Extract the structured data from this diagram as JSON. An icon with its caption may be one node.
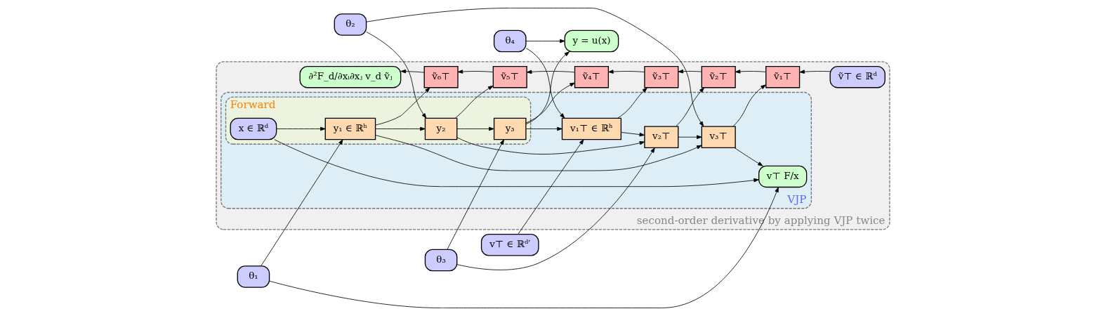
{
  "diagram": {
    "nodes": [
      {
        "text": [
          "v⊤ ∈ ℝᵈ′"
        ]
      },
      {
        "text": [
          "θ₁"
        ]
      },
      {
        "text": [
          "θ₂"
        ]
      },
      {
        "text": [
          "θ₃"
        ]
      },
      {
        "text": [
          "θ₄"
        ]
      },
      {
        "text": [
          "y = u(x)"
        ]
      },
      {
        "text": [
          "second-order derivative by applying VJP twice"
        ]
      },
      {
        "text": [
          "VJP"
        ],
        "in": 6
      },
      {
        "text": [
          "Forward"
        ],
        "in": 7
      },
      {
        "text": [
          "x ∈ ℝᵈ"
        ],
        "in": 8
      },
      {
        "text": [
          "y₁ ∈ ℝʰ"
        ],
        "in": 8
      },
      {
        "text": [
          "y₂"
        ],
        "in": 8
      },
      {
        "text": [
          "y₃"
        ],
        "in": 8
      },
      {
        "text": [
          "v₁⊤ ∈ ℝʰ"
        ],
        "in": 7
      },
      {
        "text": [
          "v₂⊤"
        ],
        "in": 7
      },
      {
        "text": [
          "v₃⊤"
        ],
        "in": 7
      },
      {
        "text": [
          "v⊤ F/x"
        ],
        "in": 7
      },
      {
        "text": [
          "∂²F_d/∂xᵢ∂xⱼ v_d ṽⱼ"
        ],
        "in": 6
      },
      {
        "text": [
          "ṽ₆⊤"
        ],
        "in": 6
      },
      {
        "text": [
          "ṽ₅⊤"
        ],
        "in": 6
      },
      {
        "text": [
          "ṽ₄⊤"
        ],
        "in": 6
      },
      {
        "text": [
          "ṽ₃⊤"
        ],
        "in": 6
      },
      {
        "text": [
          "ṽ₂⊤"
        ],
        "in": 6
      },
      {
        "text": [
          "ṽ₁⊤"
        ],
        "in": 6
      },
      {
        "text": [
          "ṽ⊤ ∈ ℝᵈ"
        ],
        "in": 6
      }
    ],
    "edges": [
      {
        "from": 1,
        "to": 10,
        "arrow": "to"
      },
      {
        "from": 2,
        "to": 11,
        "arrow": "to"
      },
      {
        "from": 3,
        "to": 12,
        "arrow": "to"
      },
      {
        "from": 4,
        "to": 13,
        "arrow": "to"
      },
      {
        "from": 4,
        "to": 5,
        "arrow": "to"
      },
      {
        "from": 12,
        "to": 5,
        "arrow": "to"
      },
      {
        "from": 0,
        "to": 13,
        "arrow": "to"
      },
      {
        "from": 3,
        "to": 14,
        "arrow": "to"
      },
      {
        "from": 2,
        "to": 15,
        "arrow": "to"
      },
      {
        "from": 1,
        "to": 16,
        "arrow": "to"
      },
      {
        "from": 9,
        "to": 10,
        "arrow": "to"
      },
      {
        "from": 10,
        "to": 11,
        "arrow": "to"
      },
      {
        "from": 11,
        "to": 12,
        "arrow": "to"
      },
      {
        "from": 13,
        "to": 14,
        "arrow": "to"
      },
      {
        "from": 14,
        "to": 15,
        "arrow": "to"
      },
      {
        "from": 15,
        "to": 16,
        "arrow": "to"
      },
      {
        "from": 12,
        "to": 13,
        "arrow": "to"
      },
      {
        "from": 11,
        "to": 14,
        "arrow": "to"
      },
      {
        "from": 10,
        "to": 15,
        "arrow": "to"
      },
      {
        "from": 9,
        "to": 16,
        "arrow": "to"
      },
      {
        "from": 10,
        "to": 18,
        "arrow": "to"
      },
      {
        "from": 11,
        "to": 19,
        "arrow": "to"
      },
      {
        "from": 12,
        "to": 20,
        "arrow": "to"
      },
      {
        "from": 13,
        "to": 21,
        "arrow": "to"
      },
      {
        "from": 14,
        "to": 22,
        "arrow": "to"
      },
      {
        "from": 15,
        "to": 23,
        "arrow": "to"
      },
      {
        "from": 24,
        "to": 23,
        "arrow": "to"
      },
      {
        "from": 23,
        "to": 22,
        "arrow": "to"
      },
      {
        "from": 22,
        "to": 21,
        "arrow": "to"
      },
      {
        "from": 21,
        "to": 20,
        "arrow": "to"
      },
      {
        "from": 20,
        "to": 19,
        "arrow": "to"
      },
      {
        "from": 19,
        "to": 18,
        "arrow": "to"
      },
      {
        "from": 18,
        "to": 17,
        "arrow": "to"
      }
    ]
  }
}
